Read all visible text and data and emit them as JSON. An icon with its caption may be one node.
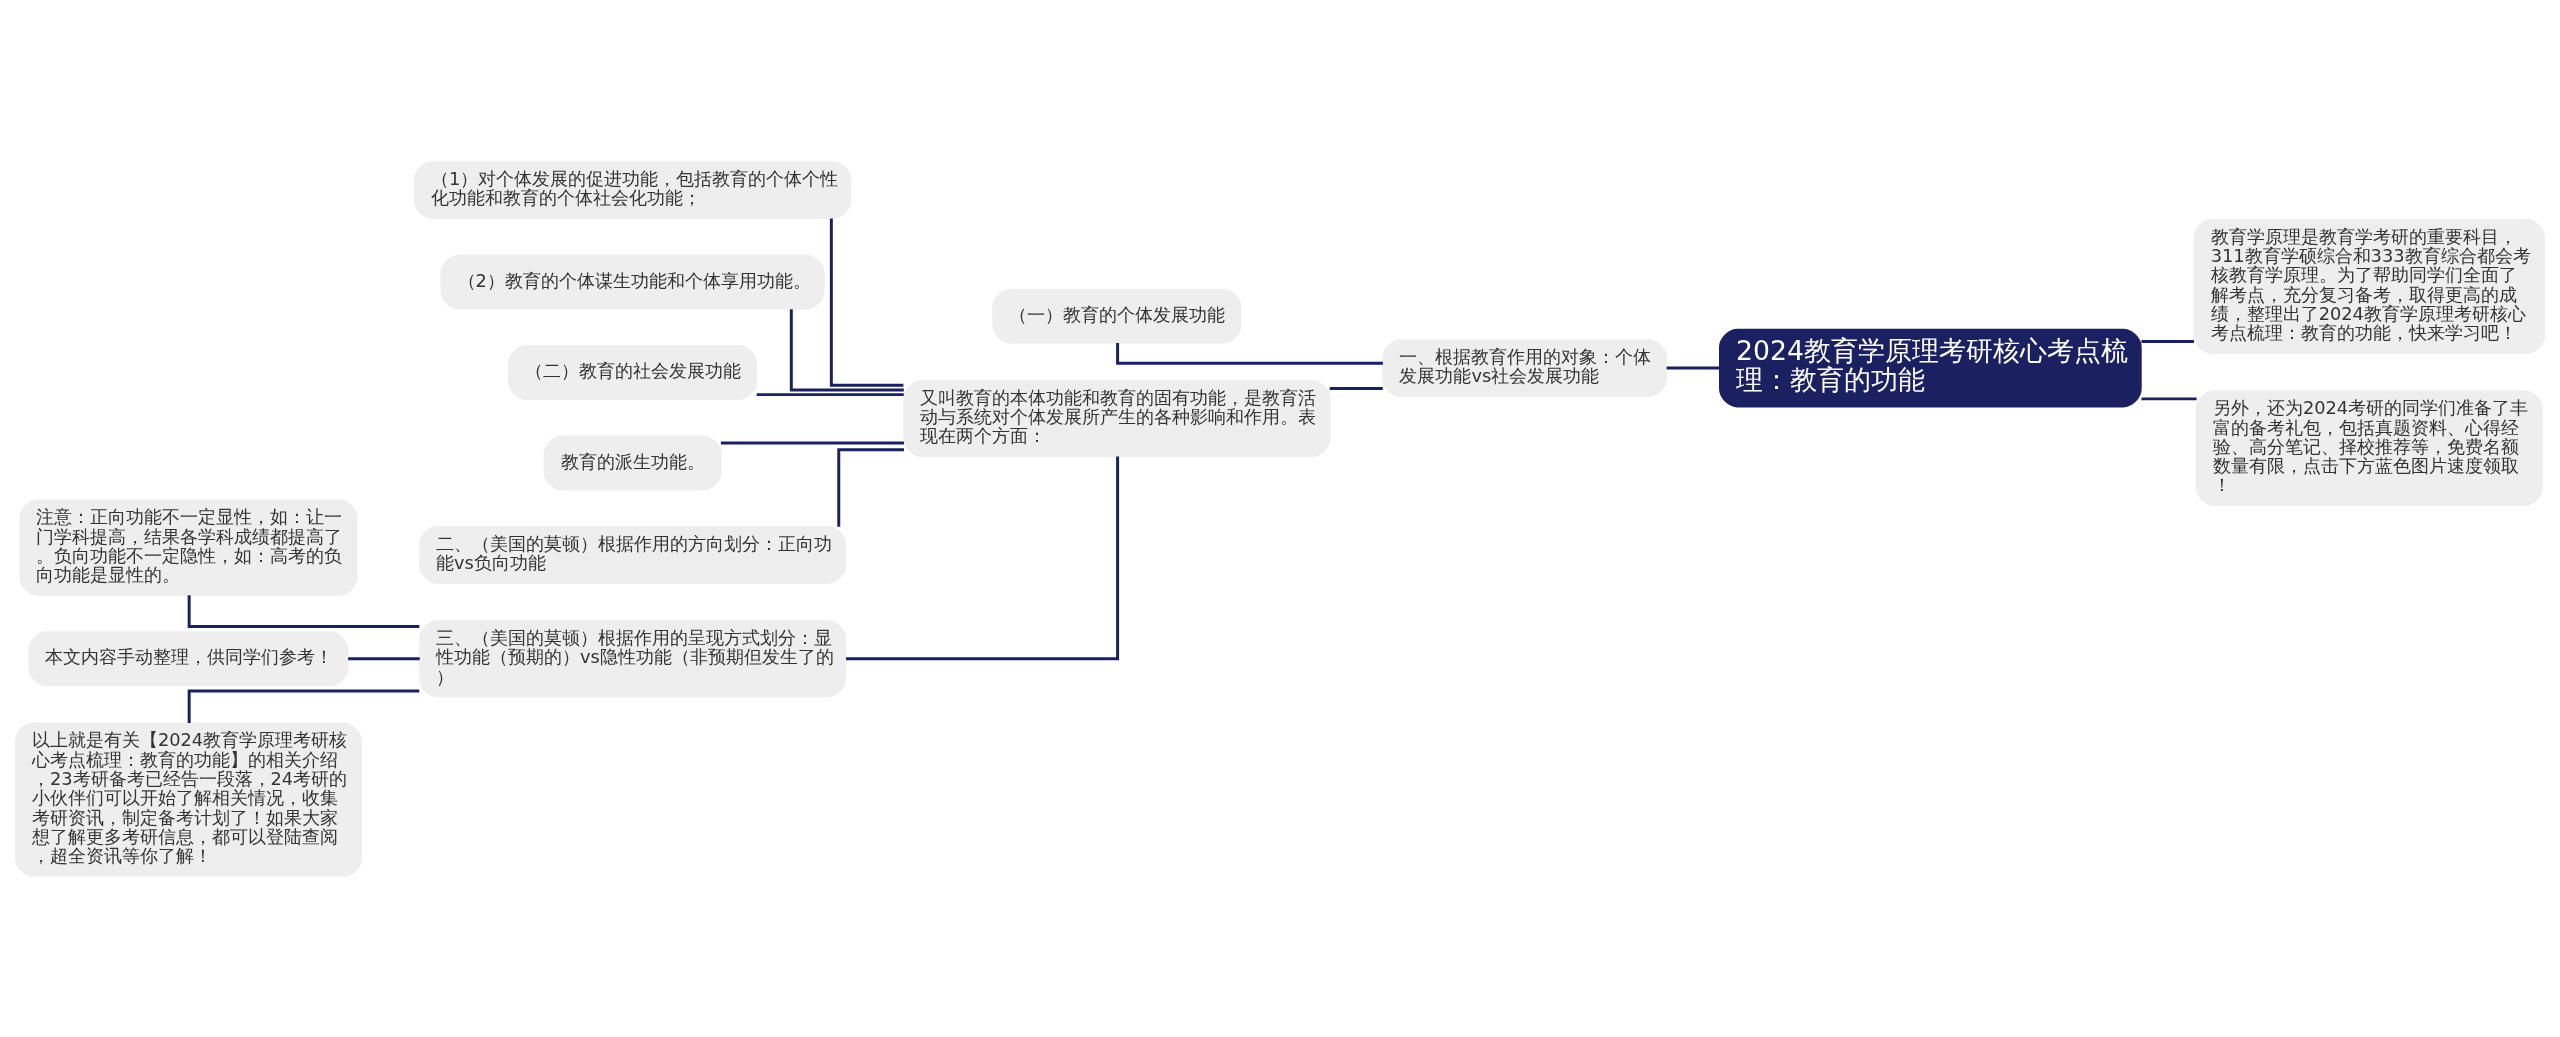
{
  "diagram": {
    "nodes": [
      {
        "text": [
          "2024教育学原理考研核心考点梳理：教育的功能"
        ]
      },
      {
        "text": [
          "一、根据教育作用的对象：个体发展功能vs社会发展功能"
        ]
      },
      {
        "text": [
          "（一）教育的个体发展功能"
        ]
      },
      {
        "text": [
          "又叫教育的本体功能和教育的固有功能，是教育活动与系统对个体发展所产生的各种影响和作用。表现在两个方面："
        ]
      },
      {
        "text": [
          "（1）对个体发展的促进功能，包括教育的个体个性化功能和教育的个体社会化功能；"
        ]
      },
      {
        "text": [
          "（2）教育的个体谋生功能和个体享用功能。"
        ]
      },
      {
        "text": [
          "（二）教育的社会发展功能"
        ]
      },
      {
        "text": [
          "教育的派生功能。"
        ]
      },
      {
        "text": [
          "二、（美国的莫顿）根据作用的方向划分：正向功能vs负向功能"
        ]
      },
      {
        "text": [
          "三、（美国的莫顿）根据作用的呈现方式划分：显性功能（预期的）vs隐性功能（非预期但发生了的）"
        ]
      },
      {
        "text": [
          "注意：正向功能不一定显性，如：让一门学科提高，结果各学科成绩都提高了。负向功能不一定隐性，如：高考的负向功能是显性的。"
        ]
      },
      {
        "text": [
          "本文内容手动整理，供同学们参考！"
        ]
      },
      {
        "text": [
          "以上就是有关【2024教育学原理考研核心考点梳理：教育的功能】的相关介绍，23考研备考已经告一段落，24考研的小伙伴们可以开始了解相关情况，收集考研资讯，制定备考计划了！如果大家想了解更多考研信息，都可以登陆查阅，超全资讯等你了解！"
        ]
      },
      {
        "text": [
          "教育学原理是教育学考研的重要科目，311教育学硕综合和333教育综合都会考核教育学原理。为了帮助同学们全面了解考点，充分复习备考，取得更高的成绩，整理出了2024教育学原理考研核心考点梳理：教育的功能，快来学习吧！"
        ]
      },
      {
        "text": [
          "另外，还为2024考研的同学们准备了丰富的备考礼包，包括真题资料、心得经验、高分笔记、择校推荐等，免费名额数量有限，点击下方蓝色图片速度领取！"
        ]
      }
    ],
    "edges": [
      {
        "from": 0,
        "to": 1,
        "arrow": "none"
      },
      {
        "from": 1,
        "to": 2,
        "arrow": "none"
      },
      {
        "from": 1,
        "to": 3,
        "arrow": "none"
      },
      {
        "from": 3,
        "to": 4,
        "arrow": "none"
      },
      {
        "from": 3,
        "to": 5,
        "arrow": "none"
      },
      {
        "from": 3,
        "to": 6,
        "arrow": "none"
      },
      {
        "from": 3,
        "to": 7,
        "arrow": "none"
      },
      {
        "from": 3,
        "to": 8,
        "arrow": "none"
      },
      {
        "from": 3,
        "to": 9,
        "arrow": "none"
      },
      {
        "from": 9,
        "to": 10,
        "arrow": "none"
      },
      {
        "from": 9,
        "to": 11,
        "arrow": "none"
      },
      {
        "from": 9,
        "to": 12,
        "arrow": "none"
      },
      {
        "from": 0,
        "to": 13,
        "arrow": "none"
      },
      {
        "from": 0,
        "to": 14,
        "arrow": "none"
      }
    ]
  }
}
